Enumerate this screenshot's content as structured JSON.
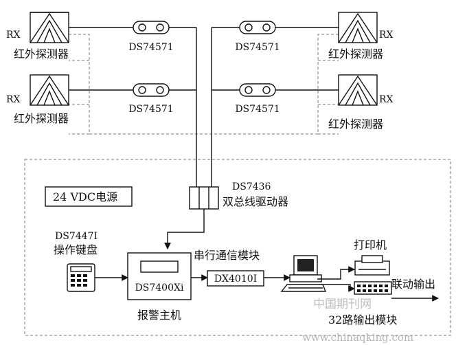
{
  "detectors": {
    "rx_label": "RX",
    "name": "红外探测器"
  },
  "extenders": {
    "model": "DS74571"
  },
  "power_supply": "24 VDC电源",
  "bus_driver": {
    "model": "DS7436",
    "name": "双总线驱动器"
  },
  "keypad": {
    "model": "DS7447I",
    "name": "操作键盘"
  },
  "panel": {
    "model": "DS7400Xi",
    "name": "报警主机"
  },
  "serial_module": {
    "title": "串行通信模块",
    "model": "DX4010I"
  },
  "printer": "打印机",
  "output_module": "32路输出模块",
  "linkage_output": "联动输出",
  "watermark": {
    "cn": "中国期刊网",
    "url": "www.chinaqking.com"
  }
}
